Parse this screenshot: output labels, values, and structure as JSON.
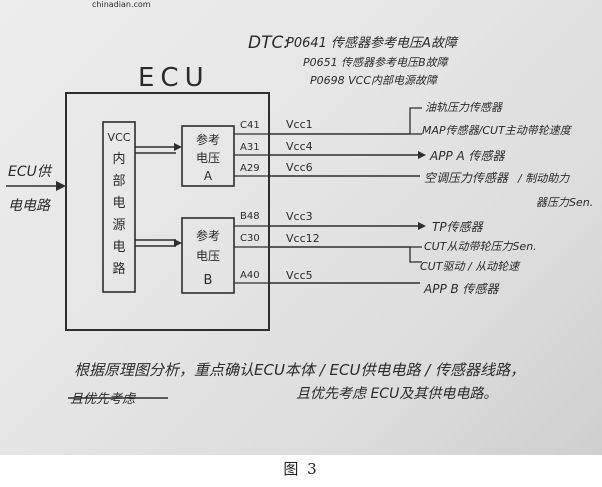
{
  "watermark": "chinadian.com",
  "dtc": {
    "label": "DTC:",
    "codes": [
      "P0641 传感器参考电压A故障",
      "P0651 传感器参考电压B故障",
      "P0698 VCC内部电源故障"
    ]
  },
  "ecu_title": "ECU",
  "left_input": [
    "ECU供",
    "电电路"
  ],
  "vcc_internal": [
    "VCC",
    "内",
    "部",
    "电",
    "源",
    "电",
    "路"
  ],
  "ref_a": [
    "参考",
    "电压",
    "A"
  ],
  "ref_b": [
    "参考",
    "电压",
    "B"
  ],
  "pins": [
    {
      "pin": "C41",
      "vcc": "Vcc1"
    },
    {
      "pin": "A31",
      "vcc": "Vcc4"
    },
    {
      "pin": "A29",
      "vcc": "Vcc6"
    },
    {
      "pin": "B48",
      "vcc": "Vcc3"
    },
    {
      "pin": "C30",
      "vcc": "Vcc12"
    },
    {
      "pin": "A40",
      "vcc": "Vcc5"
    }
  ],
  "sensors": {
    "vcc1": [
      "油轨压力传感器",
      "MAP传感器/CUT主动带轮速度"
    ],
    "vcc4": "APP A 传感器",
    "vcc6": [
      "空调压力传感器",
      "/ 制动助力",
      "器压力Sen."
    ],
    "vcc3": "TP传感器",
    "vcc12": [
      "CUT从动带轮压力Sen.",
      "CUT驱动 / 从动轮速"
    ],
    "vcc5": "APP B 传感器"
  },
  "notes": {
    "line1": "根据原理图分析，重点确认ECU本体 / ECU供电电路 / 传感器线路，",
    "line2": "且优先考虑 ECU及其供电电路。",
    "struck": "且优先考虑"
  },
  "caption": "图 3"
}
